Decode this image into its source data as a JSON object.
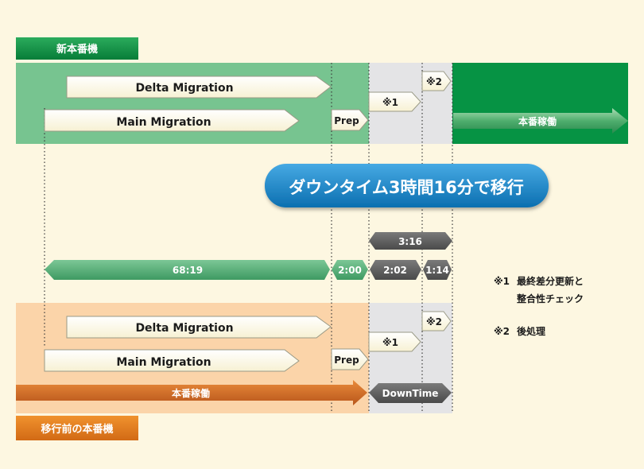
{
  "new_env": {
    "label": "新本番機",
    "delta_migration": "Delta Migration",
    "main_migration": "Main Migration",
    "prep": "Prep",
    "note1": "※1",
    "note2": "※2",
    "production": "本番稼働"
  },
  "old_env": {
    "label": "移行前の本番機",
    "delta_migration": "Delta Migration",
    "main_migration": "Main Migration",
    "prep": "Prep",
    "note1": "※1",
    "note2": "※2",
    "production": "本番稼働",
    "downtime": "DownTime"
  },
  "headline": "ダウンタイム3時間16分で移行",
  "timeline": {
    "total_downtime": "3:16",
    "main": "68:19",
    "prep": "2:00",
    "final_delta": "2:02",
    "post": "1:14"
  },
  "notes": {
    "n1_mark": "※1",
    "n1_line1": "最終差分更新と",
    "n1_line2": "整合性チェック",
    "n2_mark": "※2",
    "n2_text": "後処理"
  },
  "colors": {
    "background": "#fdf7e1",
    "new_env_band": "#77c490",
    "new_env_dark": "#069344",
    "old_env_band": "#fbd4a9",
    "old_env_dark": "#e07a21",
    "downtime_zone": "#e4e4e6",
    "headline_blue": "#1a86c9",
    "timeline_green": "#58b07a",
    "timeline_gray": "#5f5f5f"
  }
}
